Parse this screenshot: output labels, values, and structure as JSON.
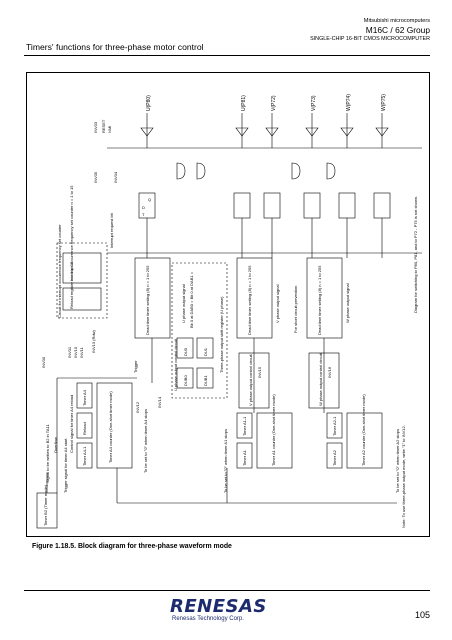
{
  "header": {
    "section_title": "Timers' functions for three-phase motor control",
    "company": "Mitsubishi microcomputers",
    "group": "M16C / 62 Group",
    "subtitle": "SINGLE-CHIP 16-BIT CMOS MICROCOMPUTER"
  },
  "figure": {
    "caption": "Figure 1.18.5. Block diagram for three-phase waveform mode",
    "note": "Note: To use three-phase output mode, write \"1\" to INV12.",
    "diagram_note": "Diagram for switching to P80, P81, and to P72 - P75 is not shown.",
    "outputs": [
      "U(P80)",
      "U(P81)",
      "V(P72)",
      "V(P73)",
      "W(P74)",
      "W(P75)"
    ],
    "labels": {
      "invx": "INV03",
      "reset": "RESET",
      "nmi": "NMI",
      "inv05": "INV05",
      "inv04": "INV04",
      "interrupt_req": "Interrupt request bit",
      "circuit_note": "Circuit for Interrupt occurrence frequency set counter",
      "interrupt_counter": "Interrupt occurrence frequency set counter n = 1 to 15",
      "reload_reg": "Reload register n = 1 to 15",
      "inv10": "INV10",
      "inv11": "INV11",
      "inv00": "INV00",
      "inv01": "INV01",
      "overflow": "Overflow",
      "signal_write": "Signal to be written to B2 in TA11",
      "timer_b2": "Timer B2 (Timer mode)",
      "trigger_ta4": "Trigger signal for timer A4 start",
      "control_ta4": "Control signal for timer A4 reload",
      "ta4_counter": "Timer A4 counter (One-shot timer mode)",
      "timer_a4": "Timer A4",
      "reload": "Reload",
      "timer_a41": "Timer A4-1",
      "inv12": "INV12",
      "to_be_set_inv11": "To be set to \"0\" when timer A4 stops",
      "inv13_block": "INV13 (Rdw)",
      "trigger": "Trigger",
      "dead_time_u": "Dead time timer setting (8) n = 1 to 255",
      "u_output_ctrl": "U phase output control circuit",
      "u_output_sig": "U phase output signal",
      "shift_reg": "Three-phase output shift register (U phase)",
      "db0": "DU0",
      "db1": "DU1",
      "dub0": "DUB0",
      "dub1": "DUB1",
      "bits_da": "Bit 0 at DAB0 = Bit 0 at DAB1 =",
      "timer_a1": "Timer A1",
      "timer_a11": "Timer A1-1",
      "ta1_counter": "Timer A1 counter (One-shot timer mode)",
      "v_output_ctrl": "V phase output control circuit",
      "v_output_sig": "V phase output signal",
      "dead_time_v": "Dead time timer setting (8) n = 1 to 255",
      "timer_a2": "Timer A2",
      "timer_a21": "Timer A2-1",
      "ta2_counter": "Timer A2 counter (One-shot timer mode)",
      "w_output_ctrl": "W phase output control circuit",
      "w_output_sig": "W phase output signal",
      "dead_time_w": "Dead time timer setting (8) n = 1 to 255",
      "for_short": "For short circuit prevention",
      "inv14": "INV14",
      "inv15": "INV15",
      "inv16": "INV16",
      "d": "D",
      "q": "Q",
      "t": "T",
      "to_be_set_a1": "To be set to \"0\" when timer A1 stops",
      "to_be_set_a2": "To be set to \"0\" when timer A2 stops"
    }
  },
  "footer": {
    "brand": "RENESAS",
    "tagline": "Renesas Technology Corp.",
    "page_number": "105"
  }
}
